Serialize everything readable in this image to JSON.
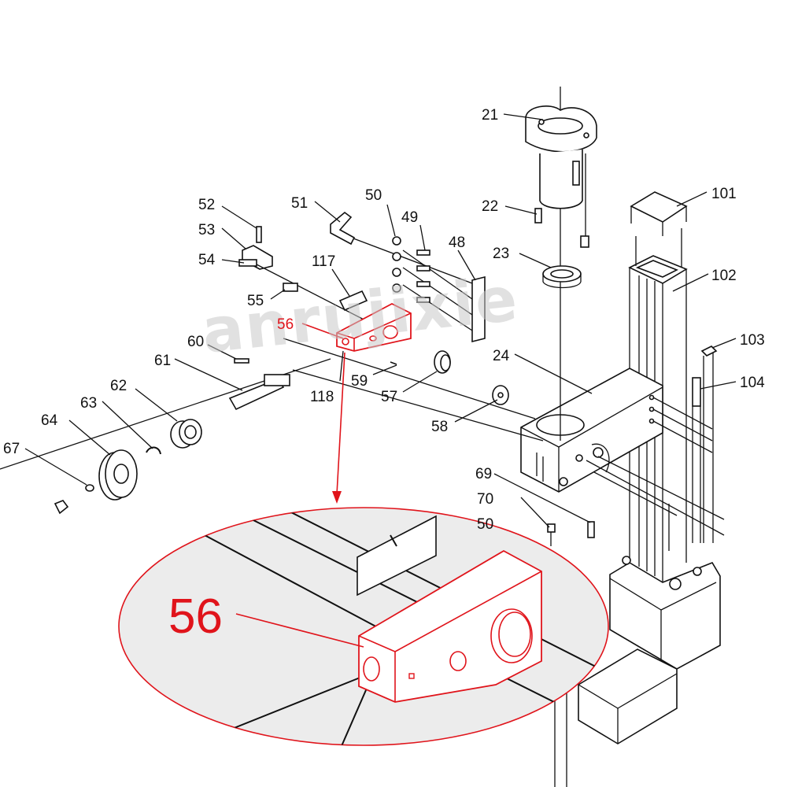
{
  "watermark": "anrujixie",
  "colors": {
    "highlight": "#e0141b",
    "line": "#111111",
    "zoom_bg": "#ececec"
  },
  "callouts": {
    "c21": "21",
    "c22": "22",
    "c23": "23",
    "c24": "24",
    "c48": "48",
    "c49": "49",
    "c50a": "50",
    "c50b": "50",
    "c51": "51",
    "c52": "52",
    "c53": "53",
    "c54": "54",
    "c55": "55",
    "c56": "56",
    "c57": "57",
    "c58": "58",
    "c59": "59",
    "c60": "60",
    "c61": "61",
    "c62": "62",
    "c63": "63",
    "c64": "64",
    "c67": "67",
    "c69": "69",
    "c70": "70",
    "c101": "101",
    "c102": "102",
    "c103": "103",
    "c104": "104",
    "c117": "117",
    "c118": "118"
  },
  "zoom": {
    "label": "56"
  }
}
